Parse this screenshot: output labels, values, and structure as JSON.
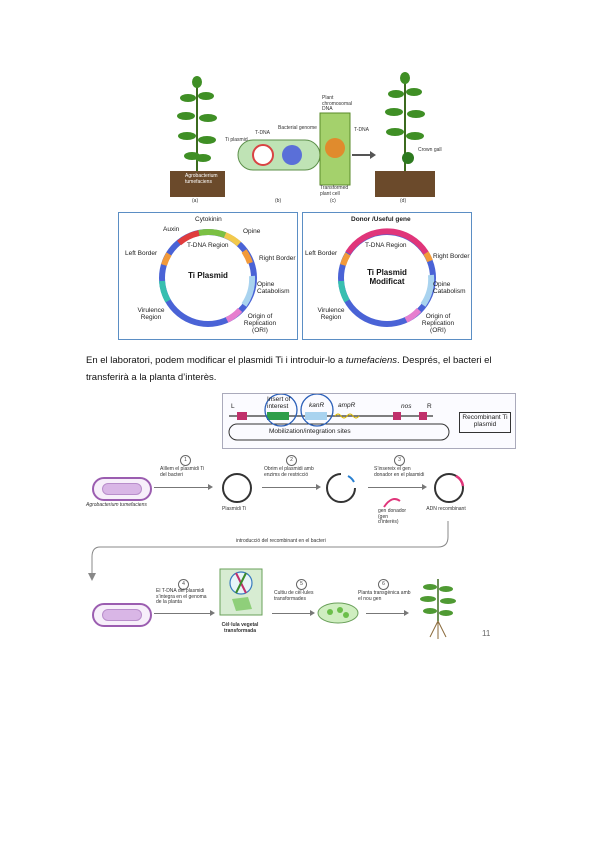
{
  "figure_top": {
    "labels": {
      "ti_plasmid": "Ti plasmid",
      "t_dna": "T-DNA",
      "bacterial_genome": "Bacterial genome",
      "plant_chromosomal_dna": "Plant chromosomal DNA",
      "t_dna_c": "T-DNA",
      "crown_gall": "Crown gall",
      "agrobacterium": "Agrobacterium tumefaciens",
      "transformed_cell": "Transformed plant cell",
      "panel_a": "(a)",
      "panel_b": "(b)",
      "panel_c": "(c)",
      "panel_d": "(d)"
    }
  },
  "plasmid_left": {
    "title": "Ti Plasmid",
    "labels": [
      "Cytokinin",
      "Auxin",
      "Opine",
      "T-DNA Region",
      "Left Border",
      "Right Border",
      "Opine Catabolism",
      "Virulence Region",
      "Origin of Replication (ORI)"
    ]
  },
  "plasmid_right": {
    "title_line1": "Ti Plasmid",
    "title_line2": "Modificat",
    "labels": [
      "Donor /Useful gene",
      "T-DNA Region",
      "Left Border",
      "Right Border",
      "Opine Catabolism",
      "Virulence Region",
      "Origin of Replication (ORI)"
    ]
  },
  "paragraph": {
    "part1": "En el laboratori, podem modificar el plasmidi Ti i introduir-lo a ",
    "italic": "tumefaciens",
    "part2": ". Després, el bacteri el transferirà a la planta d’interès."
  },
  "construct": {
    "insert": "Insert of interest",
    "kan": "kanR",
    "amp": "ampR",
    "nos": "nos",
    "rb": "R",
    "lb": "L",
    "mobilization": "Mobilization/integration sites",
    "recombinant": "Recombinant Ti plasmid"
  },
  "workflow": {
    "steps": [
      {
        "num": "1",
        "text": "Aïllem el plasmidi Ti del bacteri"
      },
      {
        "num": "2",
        "text": "Obrim el plasmidi amb enzims de restricció"
      },
      {
        "num": "3",
        "text": "S’insereix el gen donador en el plasmidi"
      },
      {
        "num": "4",
        "text": "El T-DNA del plasmidi s’integra en el genoma de la planta"
      },
      {
        "num": "5",
        "text": "Cultiu de cèl·lules transformades"
      },
      {
        "num": "6",
        "text": "Planta transgènica amb el nou gen"
      }
    ],
    "agrobacterium_label": "Agrobacterium tumefaciens",
    "ti_label": "Plasmidi Ti",
    "donor_label": "gen donador (gen d’interès)",
    "recomb_label": "ADN recombinant",
    "return_text": "introducció del recombinant en el bacteri",
    "plant_cell_label": "Cèl·lula vegetal transformada"
  },
  "page_number": "11"
}
